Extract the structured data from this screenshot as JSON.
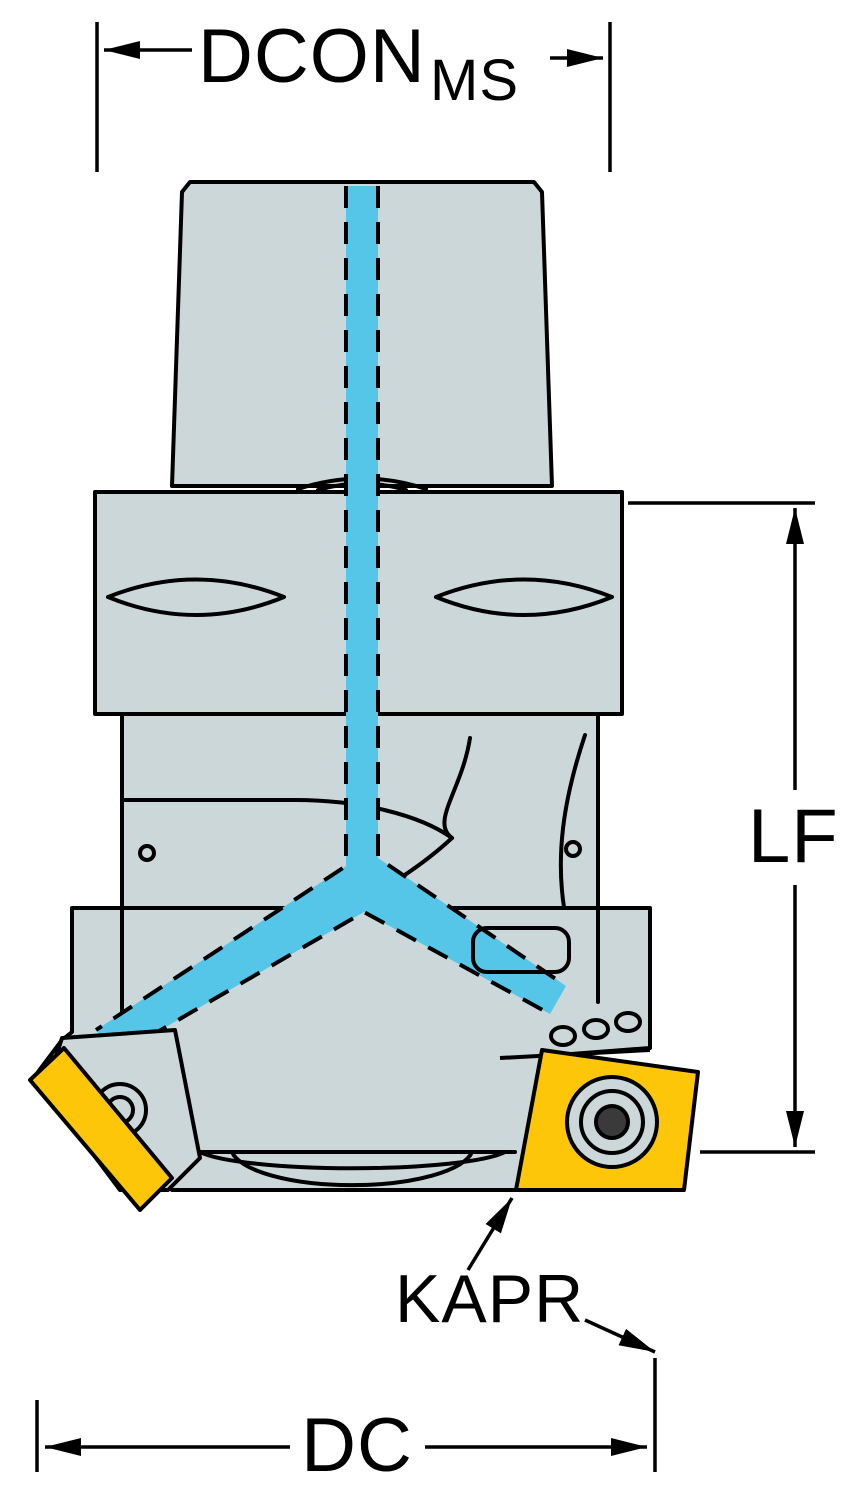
{
  "diagram": {
    "title": "milling-cutter-dimension-drawing",
    "labels": {
      "dcon": "DCON",
      "dcon_sub": "MS",
      "lf": "LF",
      "kapr": "KAPR",
      "dc": "DC"
    },
    "colors": {
      "body": "#ccd7da",
      "outline": "#000000",
      "coolant": "#55c6e8",
      "insert": "#fdc608",
      "screw_dark": "#3a3a3a",
      "background": "#ffffff"
    }
  }
}
